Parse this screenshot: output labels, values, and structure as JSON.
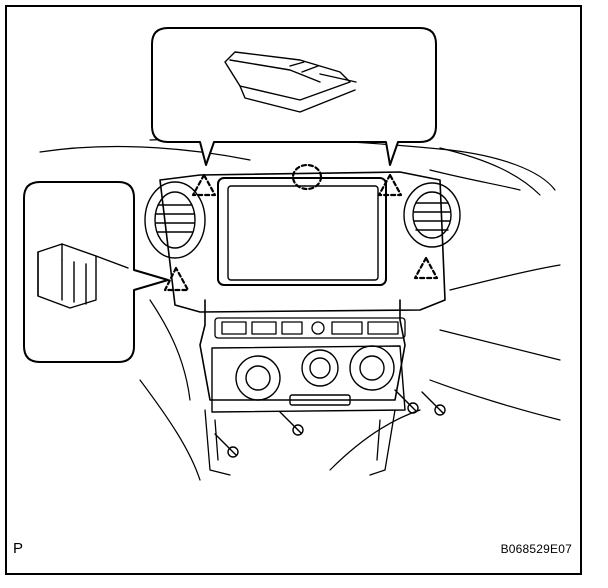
{
  "figure": {
    "corner_mark": "P",
    "figure_code": "B068529E07"
  },
  "colors": {
    "ink": "#000000",
    "paper": "#ffffff"
  },
  "icons": [
    "clip-callout",
    "claw-clip",
    "screw-bolt",
    "clip-location-marker"
  ]
}
